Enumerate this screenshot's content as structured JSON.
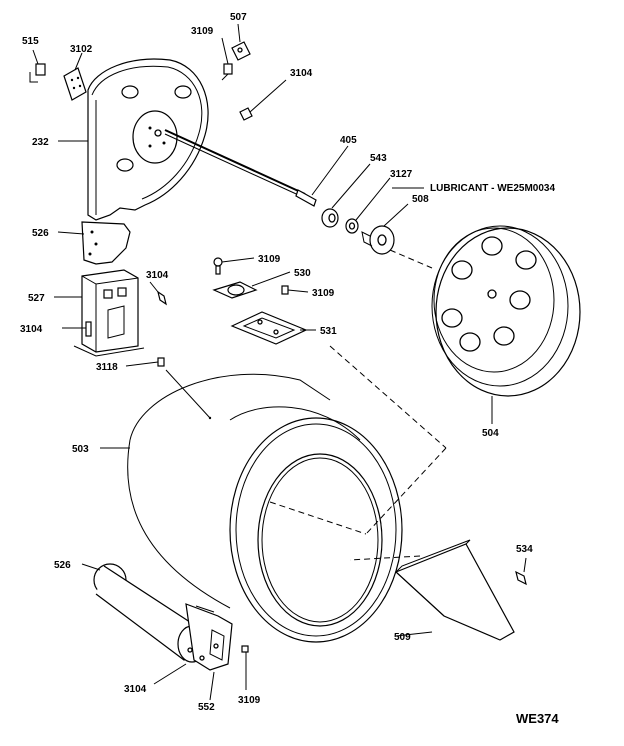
{
  "labels": {
    "l515": "515",
    "l3102": "3102",
    "l3109a": "3109",
    "l507": "507",
    "l3104a": "3104",
    "l232": "232",
    "l405": "405",
    "l543": "543",
    "l3127": "3127",
    "l508": "508",
    "lubricant": "LUBRICANT - WE25M0034",
    "l526a": "526",
    "l3109b": "3109",
    "l530": "530",
    "l3109c": "3109",
    "l527": "527",
    "l3104b": "3104",
    "l3104c": "3104",
    "l531": "531",
    "l3118": "3118",
    "l504": "504",
    "l503": "503",
    "l534": "534",
    "l526b": "526",
    "l509": "509",
    "l3104d": "3104",
    "l552": "552",
    "l3109d": "3109"
  },
  "diagram_code": "WE374"
}
